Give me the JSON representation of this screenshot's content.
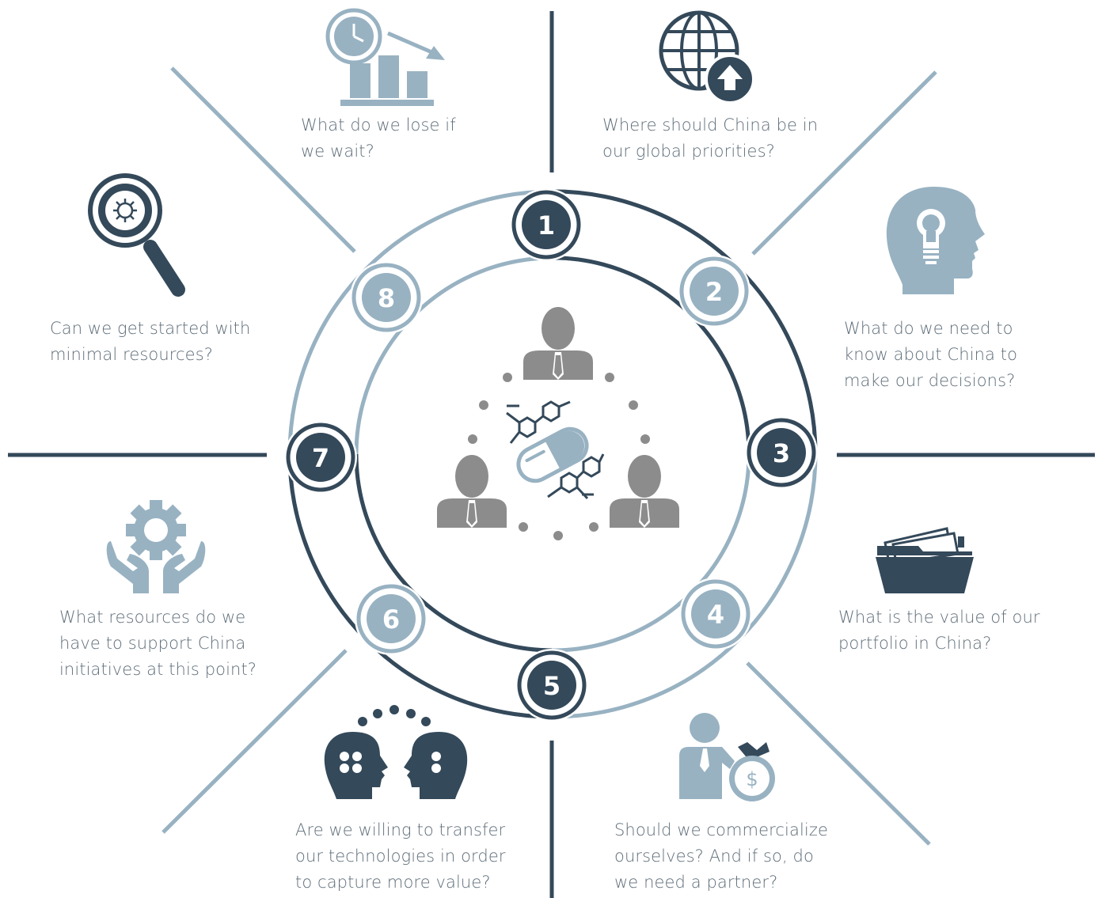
{
  "colors": {
    "dark": "#34495a",
    "light": "#98b2c2",
    "gray": "#8c8c8c",
    "text": "#5f6e79"
  },
  "steps": [
    "1",
    "2",
    "3",
    "4",
    "5",
    "6",
    "7",
    "8"
  ],
  "questions": [
    {
      "icon": "clock-declining-chart-icon",
      "lines": [
        "What do we lose if",
        "we wait?"
      ]
    },
    {
      "icon": "globe-upload-icon",
      "lines": [
        "Where should China be in",
        "our global priorities?"
      ]
    },
    {
      "icon": "head-lightbulb-icon",
      "lines": [
        "What do we need to",
        "know about China to",
        "make our decisions?"
      ]
    },
    {
      "icon": "folder-documents-icon",
      "lines": [
        "What is the value of our",
        "portfolio in China?"
      ]
    },
    {
      "icon": "businessman-money-bag-icon",
      "lines": [
        "Should we commercialize",
        "ourselves? And if so, do",
        "we need a partner?"
      ]
    },
    {
      "icon": "two-heads-exchange-icon",
      "lines": [
        "Are we willing to transfer",
        "our technologies in order",
        "to capture more value?"
      ]
    },
    {
      "icon": "hands-gear-icon",
      "lines": [
        "What resources do we",
        "have to support China",
        "initiatives at this point?"
      ]
    },
    {
      "icon": "magnifier-gear-icon",
      "lines": [
        "Can we get started with",
        "minimal resources?"
      ]
    }
  ]
}
